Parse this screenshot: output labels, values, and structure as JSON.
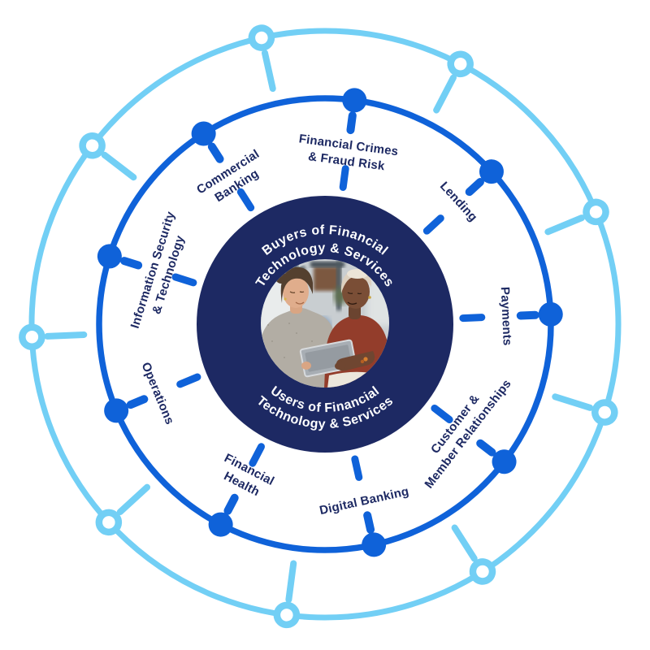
{
  "colors": {
    "navy": "#1d2963",
    "blue": "#0f62d9",
    "light_blue": "#72cff5",
    "arc_text": "#ffffff",
    "background": "#ffffff"
  },
  "hub": {
    "top_arc_line1": "Buyers of Financial",
    "top_arc_line2": "Technology & Services",
    "bottom_arc_line1": "Users of Financial",
    "bottom_arc_line2": "Technology & Services",
    "photo": "two-colleagues-reviewing-tablet"
  },
  "segments": [
    {
      "line1": "Financial Crimes",
      "line2": "& Fraud Risk"
    },
    {
      "line1": "Lending"
    },
    {
      "line1": "Payments"
    },
    {
      "line1": "Customer &",
      "line2": "Member Relationships"
    },
    {
      "line1": "Digital Banking"
    },
    {
      "line1": "Financial",
      "line2": "Health"
    },
    {
      "line1": "Operations"
    },
    {
      "line1": "Information Security",
      "line2": "& Technology"
    },
    {
      "line1": "Commercial",
      "line2": "Banking"
    }
  ]
}
